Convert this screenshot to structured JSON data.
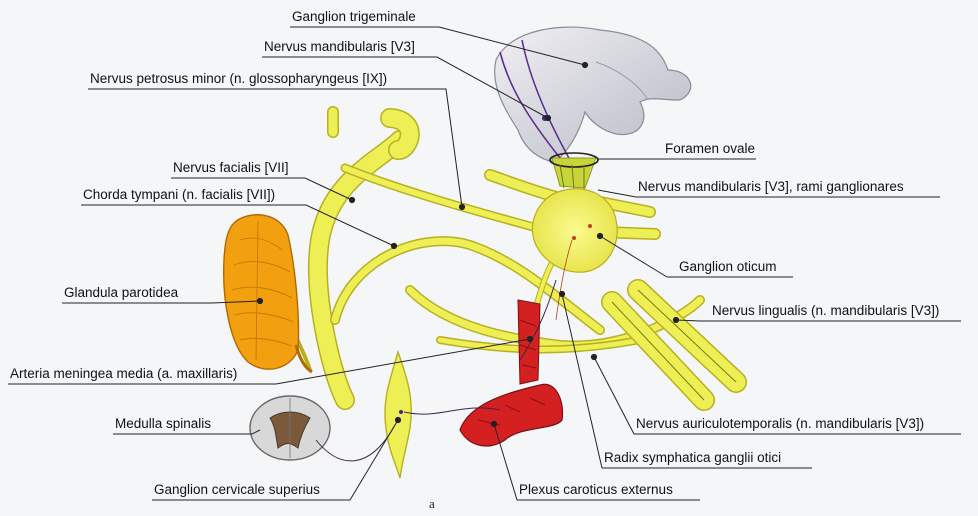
{
  "labels": {
    "ganglion_trigeminale": "Ganglion trigeminale",
    "nervus_mandibularis": "Nervus mandibularis [V3]",
    "nervus_petrosus_minor": "Nervus petrosus minor (n. glossopharyngeus [IX])",
    "foramen_ovale": "Foramen ovale",
    "nervus_facialis": "Nervus facialis [VII]",
    "rami_ganglionares": "Nervus mandibularis [V3], rami ganglionares",
    "chorda_tympani": "Chorda tympani (n. facialis [VII])",
    "ganglion_oticum": "Ganglion oticum",
    "glandula_parotidea": "Glandula parotidea",
    "nervus_lingualis": "Nervus lingualis (n. mandibularis [V3])",
    "arteria_meningea_media": "Arteria meningea media (a. maxillaris)",
    "medulla_spinalis": "Medulla spinalis",
    "nervus_auriculotemporalis": "Nervus auriculotemporalis (n. mandibularis [V3])",
    "radix_symphatica": "Radix symphatica ganglii otici",
    "ganglion_cervicale": "Ganglion cervicale superius",
    "plexus_caroticus": "Plexus caroticus externus"
  },
  "figure_letter": "a",
  "colors": {
    "nerve": "#eeee55",
    "nerve_stroke": "#b8b020",
    "artery": "#d42020",
    "gland": "#f2a010",
    "ganglion_trigeminale": "#d8d8e0",
    "purple_fibers": "#5a2a8a",
    "leader": "#222222"
  }
}
